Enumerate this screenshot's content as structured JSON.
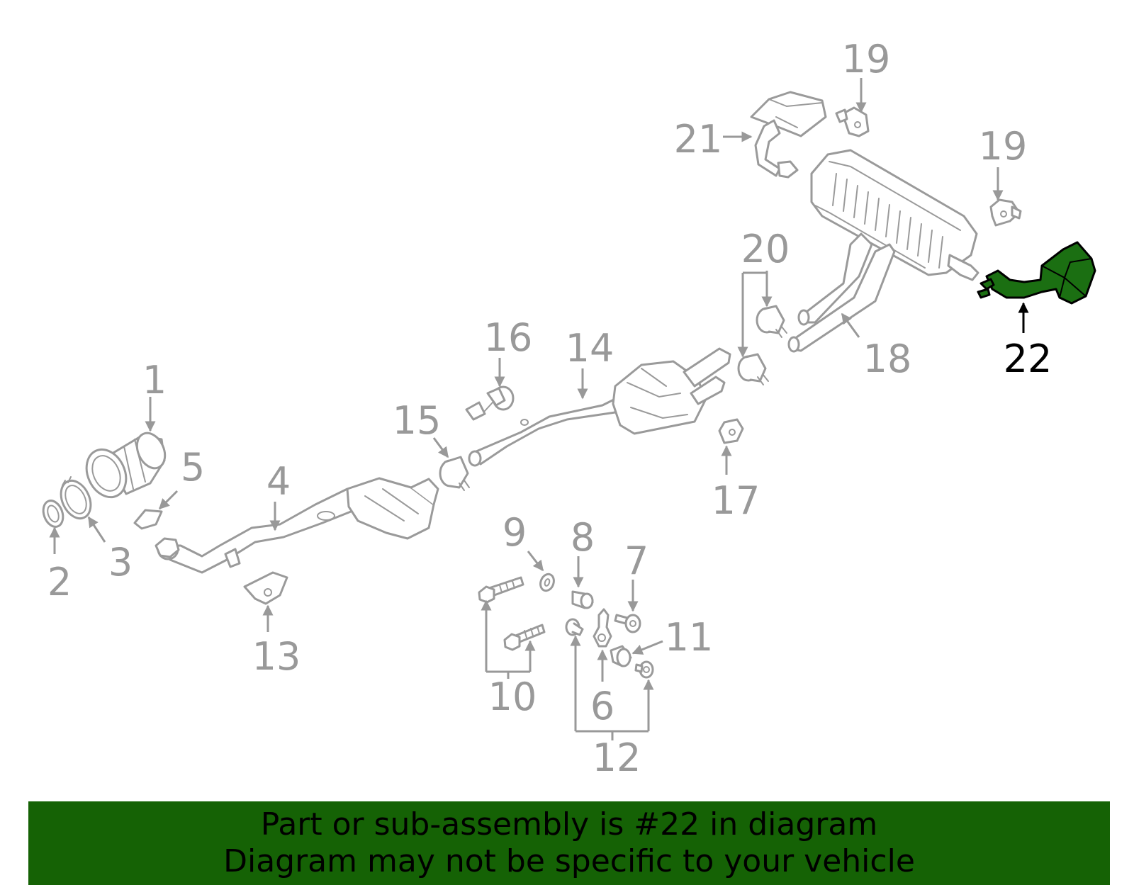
{
  "colors": {
    "accent": "#156205",
    "highlight_part": "#1b6f12",
    "diagram_gray": "#9a9a9a"
  },
  "callouts": {
    "c1": "1",
    "c2": "2",
    "c3": "3",
    "c4": "4",
    "c5": "5",
    "c6": "6",
    "c7": "7",
    "c8": "8",
    "c9": "9",
    "c10": "10",
    "c11": "11",
    "c12": "12",
    "c13": "13",
    "c14": "14",
    "c15": "15",
    "c16": "16",
    "c17": "17",
    "c18": "18",
    "c19a": "19",
    "c19b": "19",
    "c20": "20",
    "c21": "21",
    "c22": "22"
  },
  "highlighted_part": "22",
  "banner": {
    "line1": "Part or sub-assembly is #22 in diagram",
    "line2": "Diagram may not be specific to your vehicle"
  }
}
